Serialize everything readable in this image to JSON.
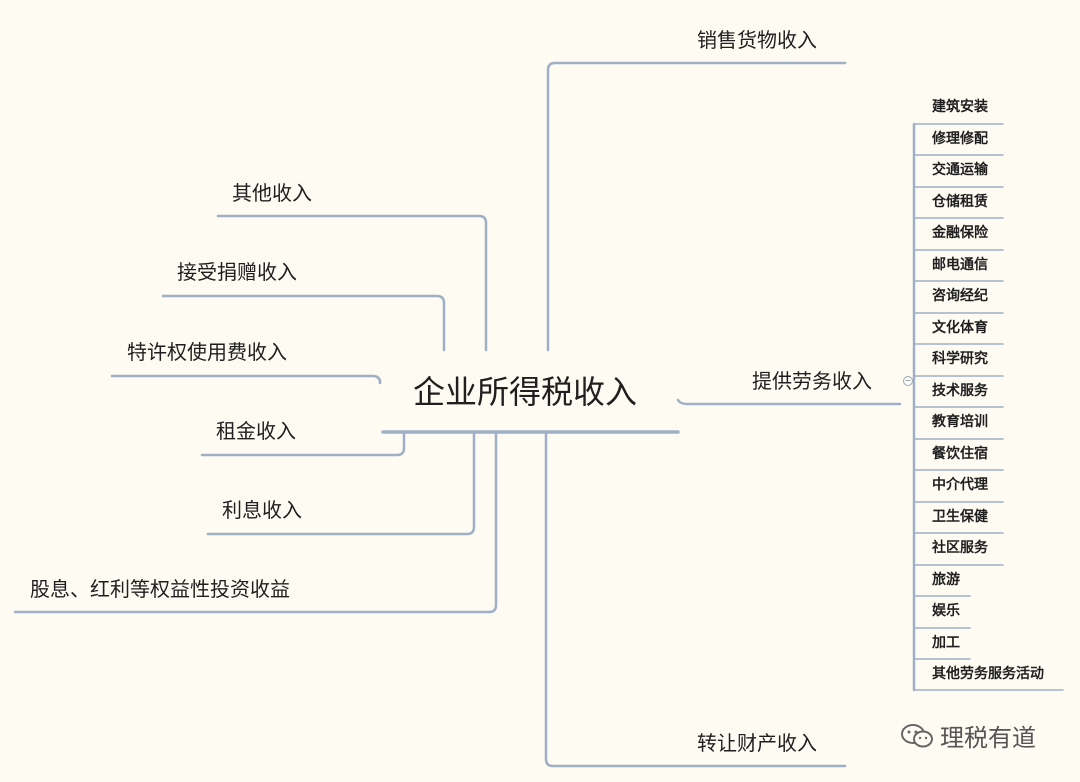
{
  "central_topic": "企业所得税收入",
  "left_branches": [
    {
      "label": "其他收入"
    },
    {
      "label": "接受捐赠收入"
    },
    {
      "label": "特许权使用费收入"
    },
    {
      "label": "租金收入"
    },
    {
      "label": "利息收入"
    },
    {
      "label": "股息、红利等权益性投资收益"
    }
  ],
  "right_branches": {
    "top": "销售货物收入",
    "middle": "提供劳务收入",
    "bottom": "转让财产收入"
  },
  "services": [
    "建筑安装",
    "修理修配",
    "交通运输",
    "仓储租赁",
    "金融保险",
    "邮电通信",
    "咨询经纪",
    "文化体育",
    "科学研究",
    "技术服务",
    "教育培训",
    "餐饮住宿",
    "中介代理",
    "卫生保健",
    "社区服务",
    "旅游",
    "娱乐",
    "加工",
    "其他劳务服务活动"
  ],
  "watermark": "理税有道",
  "line_color": "#9fb0c6"
}
